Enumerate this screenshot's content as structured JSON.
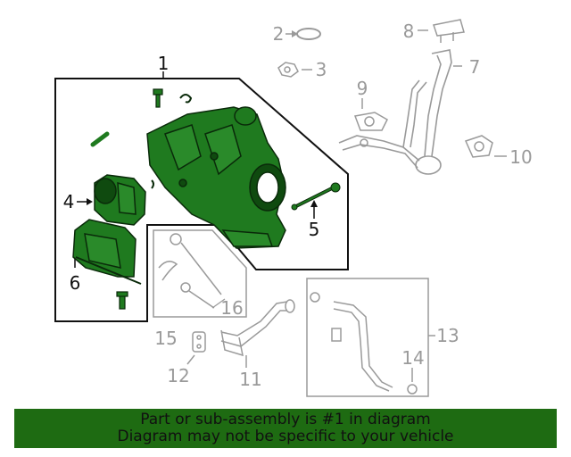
{
  "callouts": {
    "c1": "1",
    "c2": "2",
    "c3": "3",
    "c4": "4",
    "c5": "5",
    "c6": "6",
    "c7": "7",
    "c8": "8",
    "c9": "9",
    "c10": "10",
    "c11": "11",
    "c12": "12",
    "c13": "13",
    "c14": "14",
    "c15": "15",
    "c16": "16"
  },
  "footer": {
    "line1": "Part or sub-assembly is #1 in diagram",
    "line2": "Diagram may not be specific to your vehicle"
  },
  "colors": {
    "highlight_fill": "#1f7a1f",
    "footer_bg": "#1e6b12",
    "gray_parts": "#9a9a9a"
  }
}
